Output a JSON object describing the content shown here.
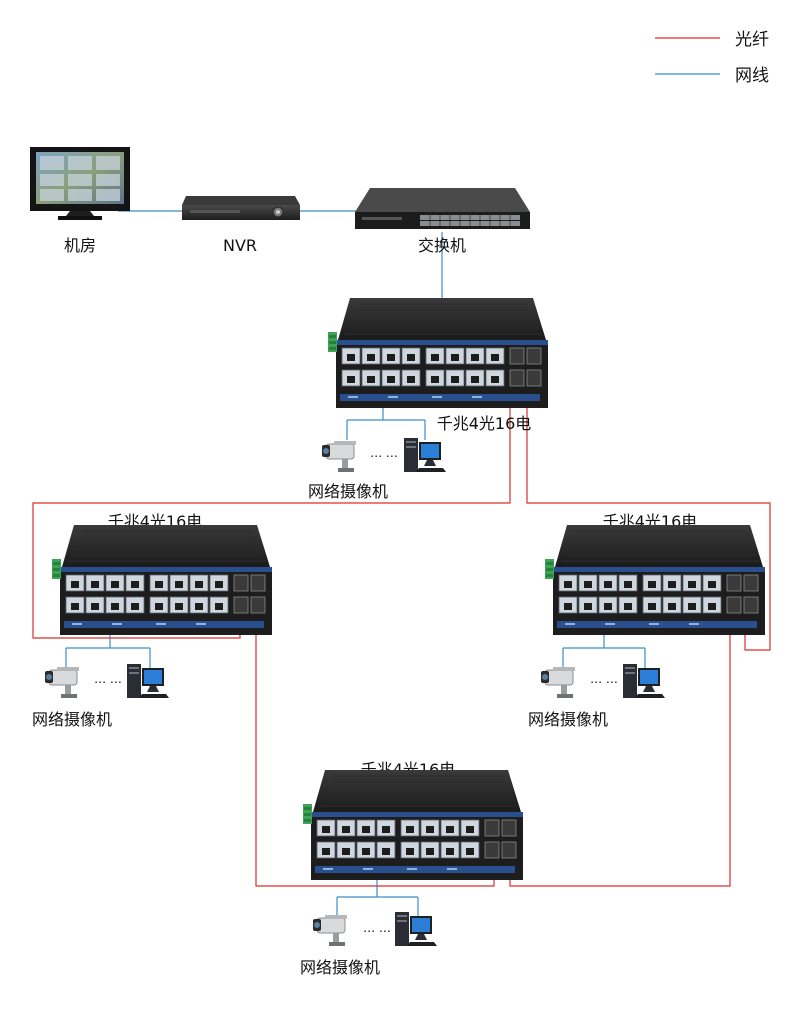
{
  "legend": {
    "fiber_label": "光纤",
    "cable_label": "网线",
    "fiber_color": "#d9302c",
    "cable_color": "#3a8fc7"
  },
  "devices": {
    "monitor_label": "机房",
    "nvr_label": "NVR",
    "core_switch_label": "交换机",
    "ring_switch_label": "千兆4光16电",
    "camera_group_label": "网络摄像机",
    "ellipsis": "…  …"
  },
  "colors": {
    "switch_body": "#222222",
    "switch_ports_band": "#2a4f8f",
    "terminal_green": "#3aa655"
  },
  "icons": {
    "monitor": "monitor-icon",
    "nvr": "nvr-icon",
    "core_switch": "rack-switch-icon",
    "industrial_switch": "industrial-switch-icon",
    "camera": "ip-camera-icon",
    "pc": "desktop-pc-icon"
  }
}
